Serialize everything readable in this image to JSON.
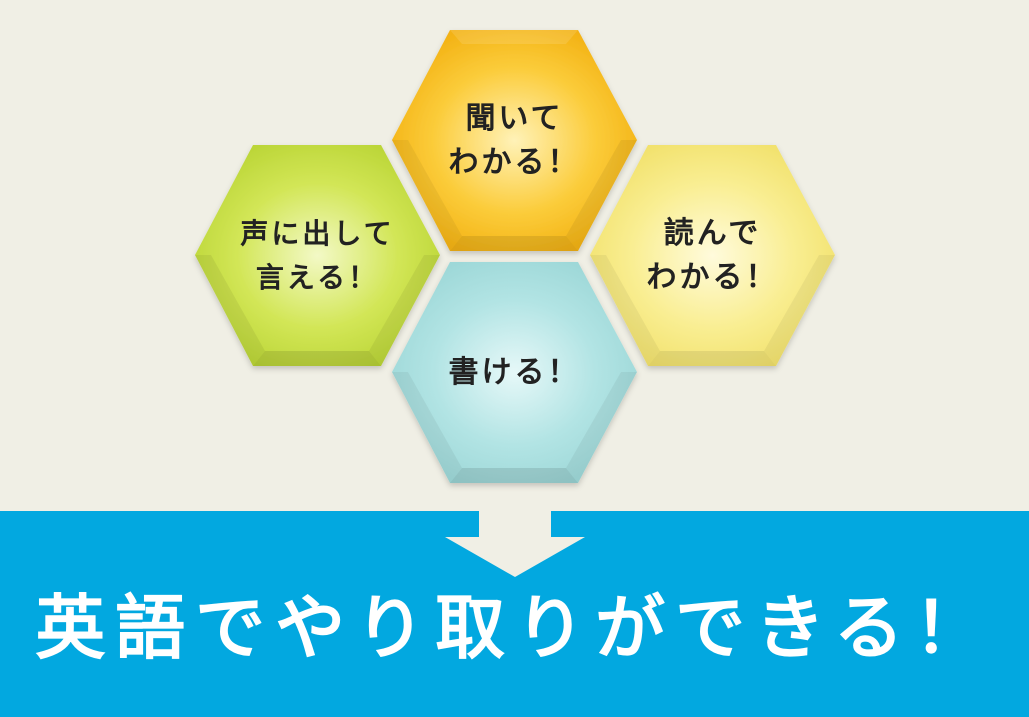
{
  "hexagons": [
    {
      "id": "listen",
      "lines": [
        "聞いて",
        "わかる！"
      ],
      "color": "#f6b81c",
      "light": "#fff0b8"
    },
    {
      "id": "speak",
      "lines": [
        "声に出して",
        "言える！"
      ],
      "color": "#c2dc3c",
      "light": "#f2f8c4"
    },
    {
      "id": "read",
      "lines": [
        "読んで",
        "わかる！"
      ],
      "color": "#f5e77a",
      "light": "#fffbd8"
    },
    {
      "id": "write",
      "lines": [
        "書ける！"
      ],
      "color": "#a2dcdc",
      "light": "#e6f8f8"
    }
  ],
  "arrow": {
    "direction": "down",
    "color": "#f0efe5"
  },
  "result": {
    "text": "英語でやり取りができる！"
  },
  "colors": {
    "background": "#f0efe5",
    "band": "#02a8e0",
    "text_dark": "#222222",
    "text_light": "#ffffff"
  }
}
